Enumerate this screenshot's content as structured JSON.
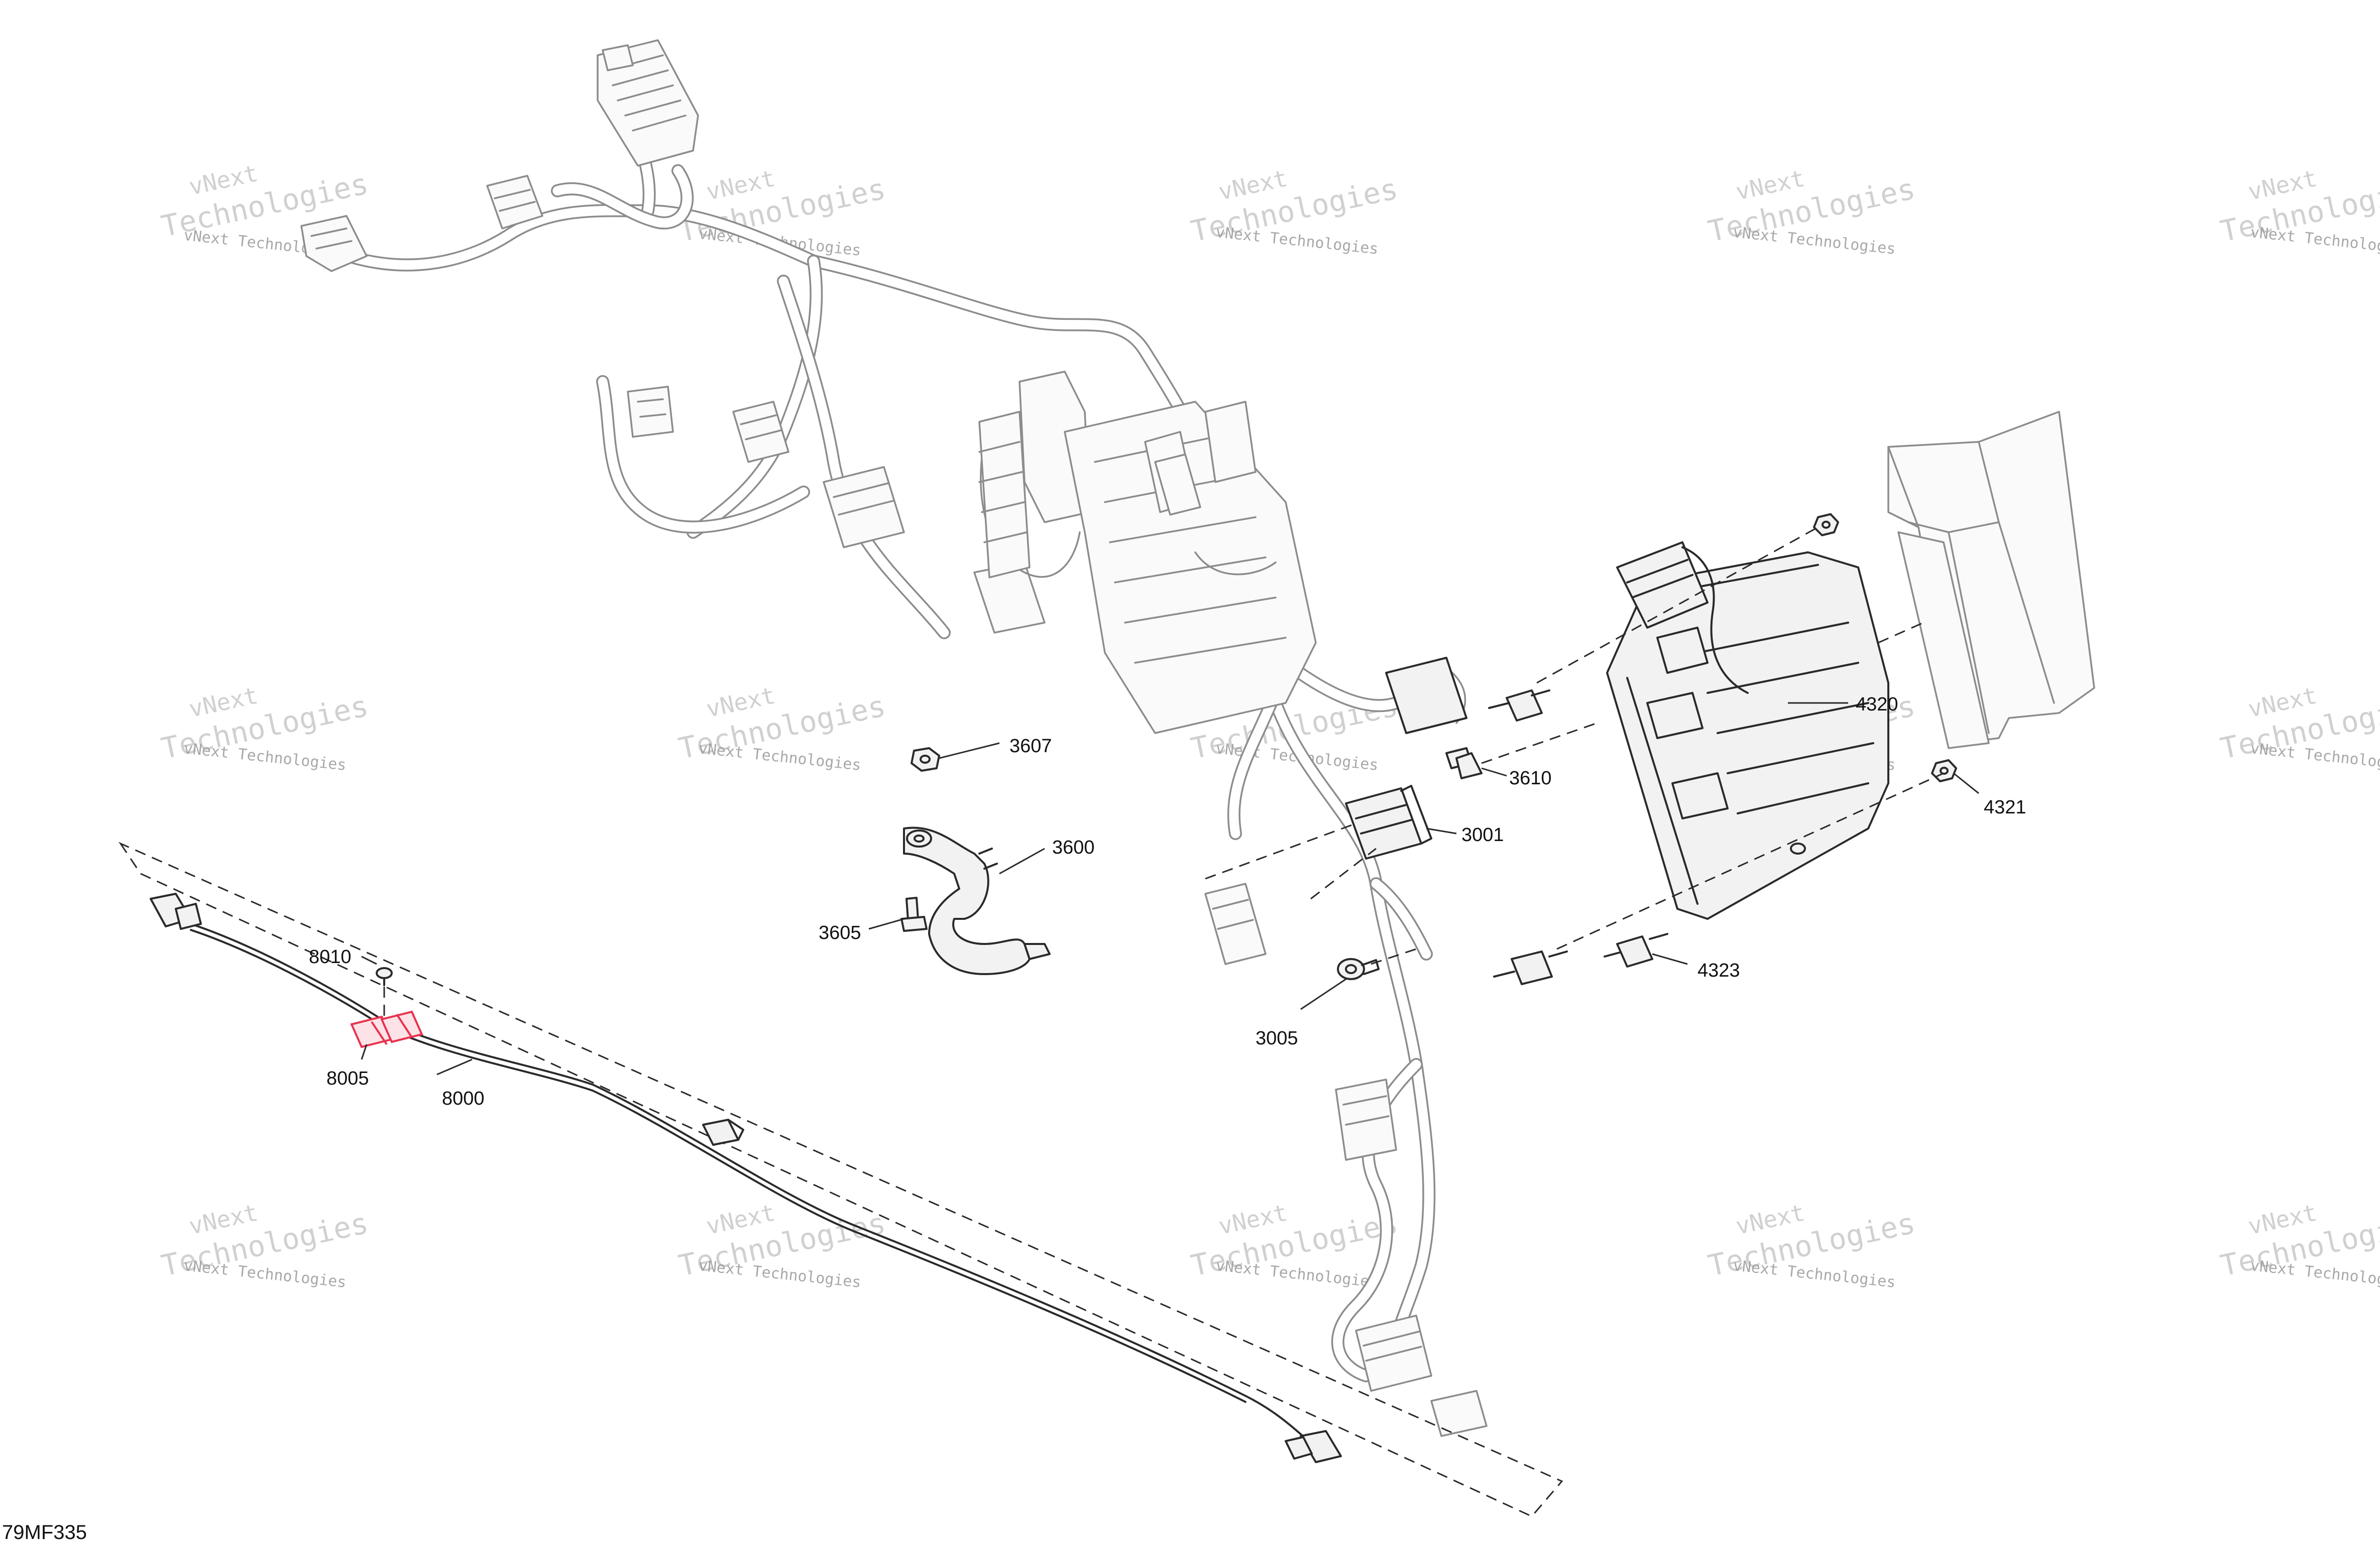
{
  "figure_code": "79MF335",
  "watermark": {
    "line1": "vNext Technologies",
    "line2": "vNext",
    "line3": "Technologies"
  },
  "callouts": {
    "c3607": "3607",
    "c3600": "3600",
    "c3605": "3605",
    "c3610": "3610",
    "c3001": "3001",
    "c3005": "3005",
    "c4320": "4320",
    "c4321": "4321",
    "c4323": "4323",
    "c8010": "8010",
    "c8005": "8005",
    "c8000": "8000"
  },
  "colors": {
    "highlight": "#e8334f",
    "line": "#2a2a2a",
    "ghost": "#8c8c8c"
  }
}
